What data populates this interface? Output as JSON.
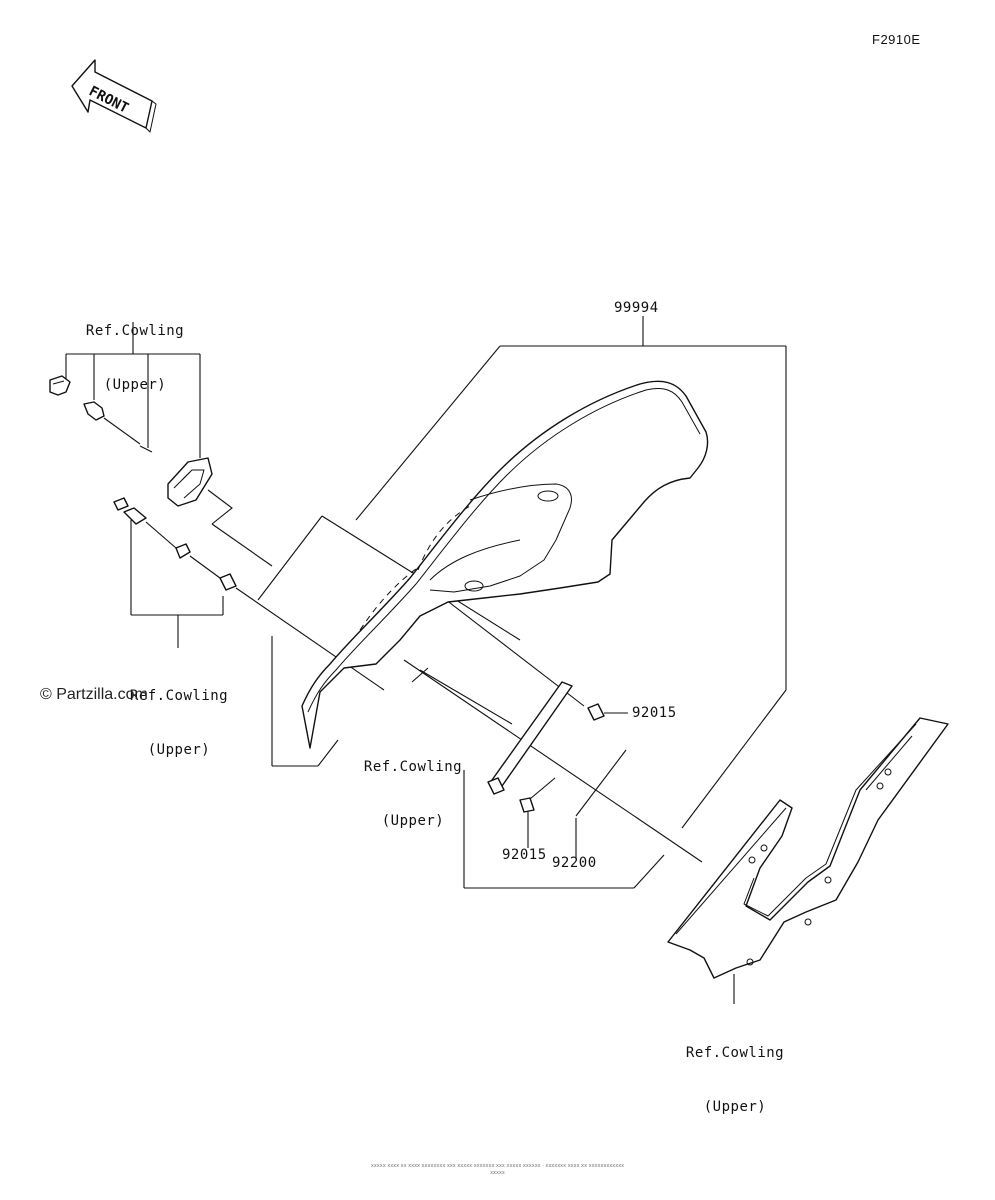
{
  "diagram_id": "F2910E",
  "front_arrow": {
    "label": "FRONT"
  },
  "labels": {
    "cowling_ref_1": {
      "line1": "Ref.Cowling",
      "line2": "(Upper)"
    },
    "cowling_ref_2": {
      "line1": "Ref.Cowling",
      "line2": "(Upper)"
    },
    "cowling_ref_3": {
      "line1": "Ref.Cowling",
      "line2": "(Upper)"
    },
    "cowling_ref_4": {
      "line1": "Ref.Cowling",
      "line2": "(Upper)"
    },
    "part_99994": "99994",
    "part_92015_a": "92015",
    "part_92015_b": "92015",
    "part_92200": "92200"
  },
  "watermark": "© Partzilla.com",
  "footer_note": "xxxxx xxxx xx xxxx xxxxxxxx xxx xxxxx xxxxxxx xxx xxxxx xxxxxx · xxxxxxx xxxx xx xxxxxxxxxxxx xxxxx"
}
